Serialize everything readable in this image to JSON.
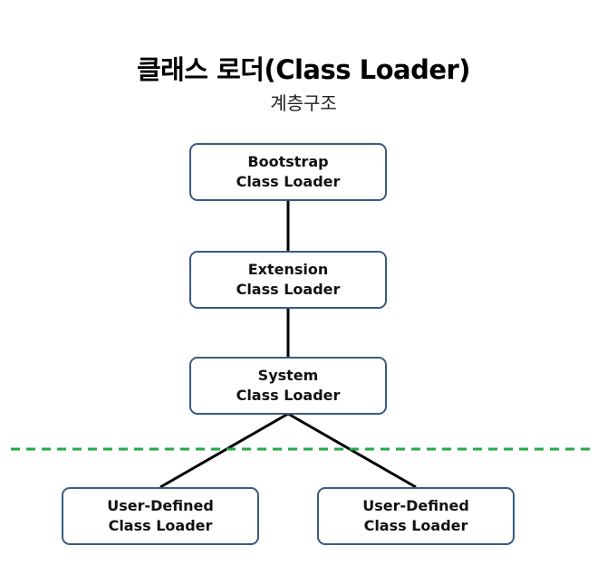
{
  "title": "클래스 로더(Class Loader)",
  "subtitle": "계층구조",
  "colors": {
    "node_border": "#3b5a82",
    "edge": "#000000",
    "divider": "#22aa44"
  },
  "nodes": [
    {
      "id": "bootstrap",
      "line1": "Bootstrap",
      "line2": "Class Loader"
    },
    {
      "id": "extension",
      "line1": "Extension",
      "line2": "Class Loader"
    },
    {
      "id": "system",
      "line1": "System",
      "line2": "Class Loader"
    },
    {
      "id": "user-defined-1",
      "line1": "User-Defined",
      "line2": "Class Loader"
    },
    {
      "id": "user-defined-2",
      "line1": "User-Defined",
      "line2": "Class Loader"
    }
  ],
  "edges": [
    {
      "from": "bootstrap",
      "to": "extension"
    },
    {
      "from": "extension",
      "to": "system"
    },
    {
      "from": "system",
      "to": "user-defined-1"
    },
    {
      "from": "system",
      "to": "user-defined-2"
    }
  ],
  "divider": {
    "style": "dashed"
  }
}
